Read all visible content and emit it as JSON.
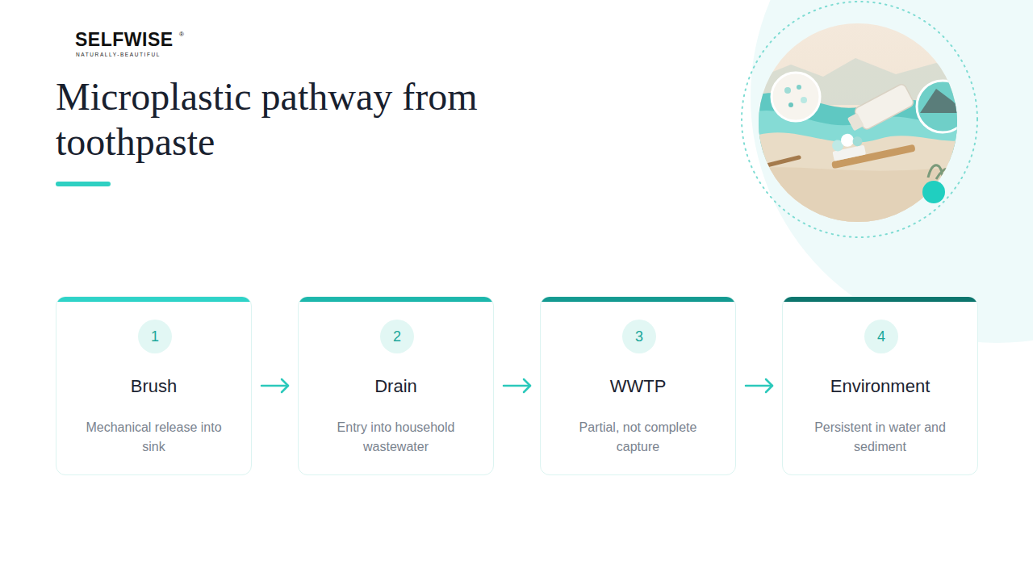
{
  "diagram": {
    "title": "Microplastic pathway from toothpaste",
    "nodes": [
      {
        "text": [
          "Brush",
          "Mechanical release into sink"
        ]
      },
      {
        "text": [
          "1"
        ],
        "in": 0
      },
      {
        "text": [
          "Drain",
          "Entry into household wastewater"
        ]
      },
      {
        "text": [
          "2"
        ],
        "in": 2
      },
      {
        "text": [
          "WWTP",
          "Partial, not complete capture"
        ]
      },
      {
        "text": [
          "3"
        ],
        "in": 4
      },
      {
        "text": [
          "Environment",
          "Persistent in water and sediment"
        ]
      },
      {
        "text": [
          "4"
        ],
        "in": 6
      }
    ],
    "edges": [
      {
        "from": 0,
        "to": 2,
        "arrow": "to"
      },
      {
        "from": 2,
        "to": 4,
        "arrow": "to"
      },
      {
        "from": 4,
        "to": 6,
        "arrow": "to"
      }
    ],
    "labels": [
      "SELFWISE",
      "®",
      "NATURALLY-BEAUTIFUL"
    ]
  }
}
